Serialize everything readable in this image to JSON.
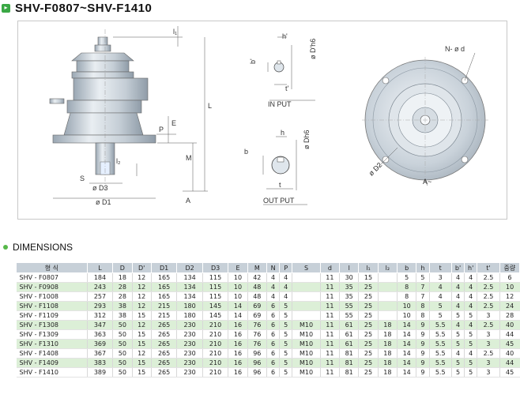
{
  "page": {
    "title": "SHV-F0807~SHV-F1410",
    "section_title": "DIMENSIONS"
  },
  "drawing": {
    "main_labels": {
      "l1": "l₁",
      "L": "L",
      "E": "E",
      "P": "P",
      "M": "M",
      "l2": "l₂",
      "S": "S",
      "D3": "ø D3",
      "D1": "ø D1",
      "A": "A"
    },
    "input": {
      "h_prime": "h'",
      "b_prime": "b'",
      "D_prime": "ø D'h6",
      "t_prime": "t'",
      "caption": "IN PUT"
    },
    "output": {
      "h": "h",
      "b": "b",
      "D": "ø Dh6",
      "t": "t",
      "caption": "OUT PUT"
    },
    "flange": {
      "N": "N- ø d",
      "D2": "ø D2",
      "A": "A~"
    }
  },
  "table": {
    "headers": [
      "형  식",
      "L",
      "D",
      "D'",
      "D1",
      "D2",
      "D3",
      "E",
      "M",
      "N",
      "P",
      "S",
      "d",
      "l",
      "l₁",
      "l₂",
      "b",
      "h",
      "t",
      "b'",
      "h'",
      "t'",
      "중량"
    ],
    "rows": [
      [
        "SHV - F0807",
        "184",
        "18",
        "12",
        "165",
        "134",
        "115",
        "10",
        "42",
        "4",
        "4",
        "",
        "11",
        "30",
        "15",
        "",
        "5",
        "5",
        "3",
        "4",
        "4",
        "2.5",
        "6"
      ],
      [
        "SHV - F0908",
        "243",
        "28",
        "12",
        "165",
        "134",
        "115",
        "10",
        "48",
        "4",
        "4",
        "",
        "11",
        "35",
        "25",
        "",
        "8",
        "7",
        "4",
        "4",
        "4",
        "2.5",
        "10"
      ],
      [
        "SHV - F1008",
        "257",
        "28",
        "12",
        "165",
        "134",
        "115",
        "10",
        "48",
        "4",
        "4",
        "",
        "11",
        "35",
        "25",
        "",
        "8",
        "7",
        "4",
        "4",
        "4",
        "2.5",
        "12"
      ],
      [
        "SHV - F1108",
        "293",
        "38",
        "12",
        "215",
        "180",
        "145",
        "14",
        "69",
        "6",
        "5",
        "",
        "11",
        "55",
        "25",
        "",
        "10",
        "8",
        "5",
        "4",
        "4",
        "2.5",
        "24"
      ],
      [
        "SHV - F1109",
        "312",
        "38",
        "15",
        "215",
        "180",
        "145",
        "14",
        "69",
        "6",
        "5",
        "",
        "11",
        "55",
        "25",
        "",
        "10",
        "8",
        "5",
        "5",
        "5",
        "3",
        "28"
      ],
      [
        "SHV - F1308",
        "347",
        "50",
        "12",
        "265",
        "230",
        "210",
        "16",
        "76",
        "6",
        "5",
        "M10",
        "11",
        "61",
        "25",
        "18",
        "14",
        "9",
        "5.5",
        "4",
        "4",
        "2.5",
        "40"
      ],
      [
        "SHV - F1309",
        "363",
        "50",
        "15",
        "265",
        "230",
        "210",
        "16",
        "76",
        "6",
        "5",
        "M10",
        "11",
        "61",
        "25",
        "18",
        "14",
        "9",
        "5.5",
        "5",
        "5",
        "3",
        "44"
      ],
      [
        "SHV - F1310",
        "369",
        "50",
        "15",
        "265",
        "230",
        "210",
        "16",
        "76",
        "6",
        "5",
        "M10",
        "11",
        "61",
        "25",
        "18",
        "14",
        "9",
        "5.5",
        "5",
        "5",
        "3",
        "45"
      ],
      [
        "SHV - F1408",
        "367",
        "50",
        "12",
        "265",
        "230",
        "210",
        "16",
        "96",
        "6",
        "5",
        "M10",
        "11",
        "81",
        "25",
        "18",
        "14",
        "9",
        "5.5",
        "4",
        "4",
        "2.5",
        "40"
      ],
      [
        "SHV - F1409",
        "383",
        "50",
        "15",
        "265",
        "230",
        "210",
        "16",
        "96",
        "6",
        "5",
        "M10",
        "11",
        "81",
        "25",
        "18",
        "14",
        "9",
        "5.5",
        "5",
        "5",
        "3",
        "44"
      ],
      [
        "SHV - F1410",
        "389",
        "50",
        "15",
        "265",
        "230",
        "210",
        "16",
        "96",
        "6",
        "5",
        "M10",
        "11",
        "81",
        "25",
        "18",
        "14",
        "9",
        "5.5",
        "5",
        "5",
        "3",
        "45"
      ]
    ]
  }
}
